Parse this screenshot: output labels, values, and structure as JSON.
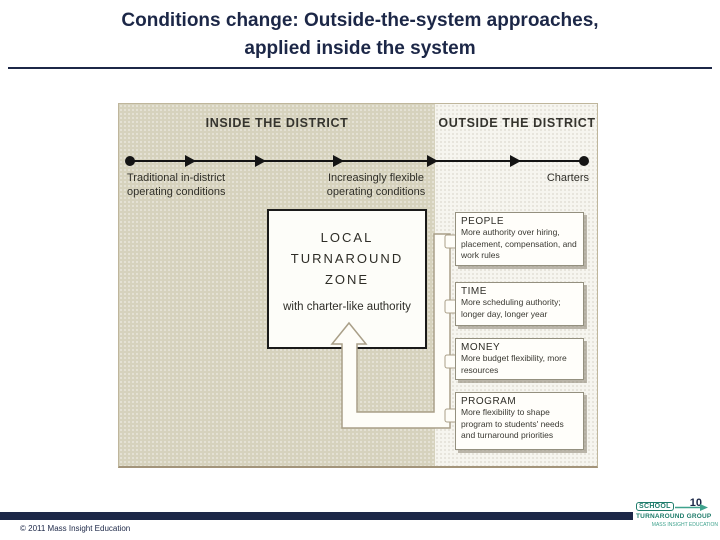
{
  "slide": {
    "title_line1": "Conditions change: Outside-the-system approaches,",
    "title_line2": "applied inside the system"
  },
  "diagram": {
    "inside_zone_label": "INSIDE THE DISTRICT",
    "outside_zone_label": "OUTSIDE THE DISTRICT",
    "timeline": {
      "left_label_line1": "Traditional in-district",
      "left_label_line2": "operating conditions",
      "mid_label_line1": "Increasingly flexible",
      "mid_label_line2": "operating conditions",
      "right_label": "Charters"
    },
    "zone_box": {
      "title_line1": "LOCAL",
      "title_line2": "TURNAROUND",
      "title_line3": "ZONE",
      "subtitle": "with charter-like authority"
    },
    "factors": [
      {
        "title": "PEOPLE",
        "desc": "More authority over hiring, placement, compensation, and work rules"
      },
      {
        "title": "TIME",
        "desc": "More scheduling authority; longer day, longer year"
      },
      {
        "title": "MONEY",
        "desc": "More budget flexibility, more resources"
      },
      {
        "title": "PROGRAM",
        "desc": "More flexibility to shape program to students' needs and turnaround priorities"
      }
    ]
  },
  "footer": {
    "copyright": "© 2011 Mass Insight Education",
    "page_number": "10",
    "logo": {
      "school": "SCHOOL",
      "group": "TURNAROUND GROUP",
      "org": "MASS INSIGHT EDUCATION"
    }
  },
  "colors": {
    "navy": "#1c2747",
    "teal": "#1f7c6b",
    "inside_zone_beige": "#d6d2bd",
    "outside_zone_white": "#f6f5ef",
    "line_black": "#141414"
  }
}
